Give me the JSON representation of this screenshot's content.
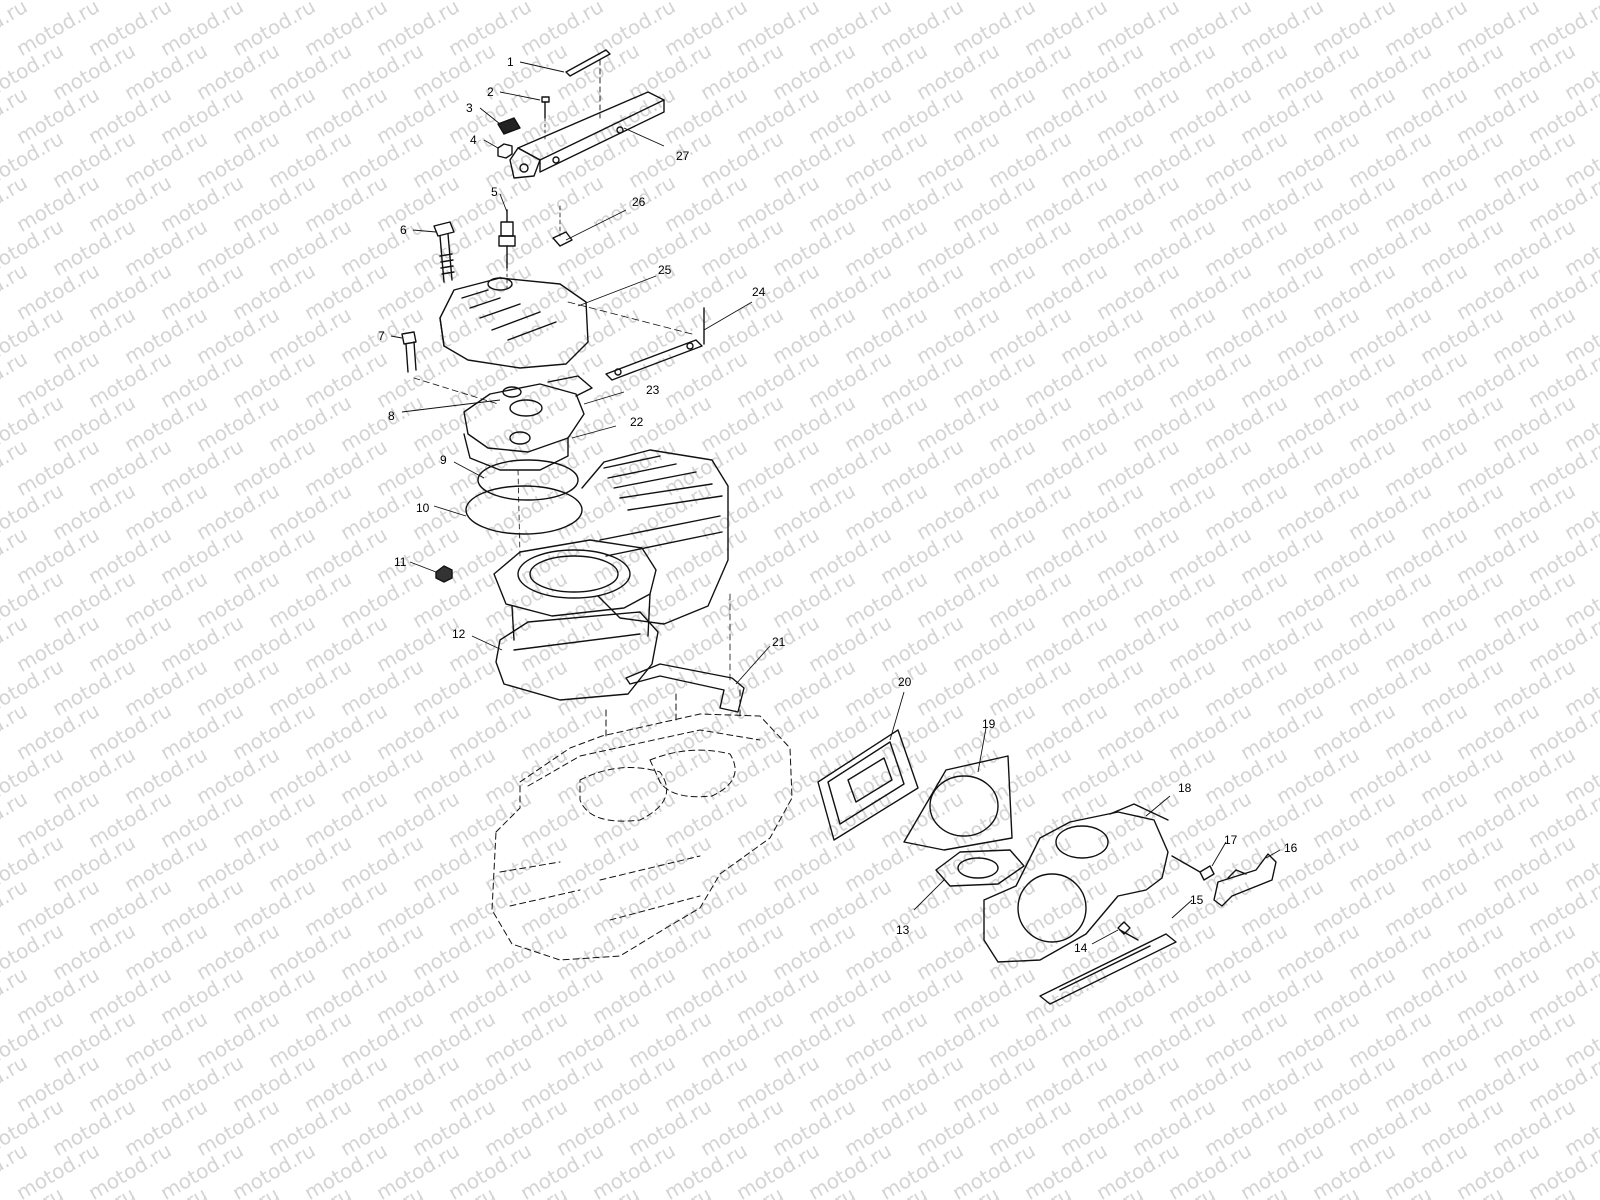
{
  "watermark": {
    "text": "motod.ru"
  },
  "callouts": [
    {
      "id": "1",
      "label": "1"
    },
    {
      "id": "2",
      "label": "2"
    },
    {
      "id": "3",
      "label": "3"
    },
    {
      "id": "4",
      "label": "4"
    },
    {
      "id": "5",
      "label": "5"
    },
    {
      "id": "6",
      "label": "6"
    },
    {
      "id": "7",
      "label": "7"
    },
    {
      "id": "8",
      "label": "8"
    },
    {
      "id": "9",
      "label": "9"
    },
    {
      "id": "10",
      "label": "10"
    },
    {
      "id": "11",
      "label": "11"
    },
    {
      "id": "12",
      "label": "12"
    },
    {
      "id": "13",
      "label": "13"
    },
    {
      "id": "14",
      "label": "14"
    },
    {
      "id": "15",
      "label": "15"
    },
    {
      "id": "16",
      "label": "16"
    },
    {
      "id": "17",
      "label": "17"
    },
    {
      "id": "18",
      "label": "18"
    },
    {
      "id": "19",
      "label": "19"
    },
    {
      "id": "20",
      "label": "20"
    },
    {
      "id": "21",
      "label": "21"
    },
    {
      "id": "22",
      "label": "22"
    },
    {
      "id": "23",
      "label": "23"
    },
    {
      "id": "24",
      "label": "24"
    },
    {
      "id": "25",
      "label": "25"
    },
    {
      "id": "26",
      "label": "26"
    },
    {
      "id": "27",
      "label": "27"
    }
  ]
}
